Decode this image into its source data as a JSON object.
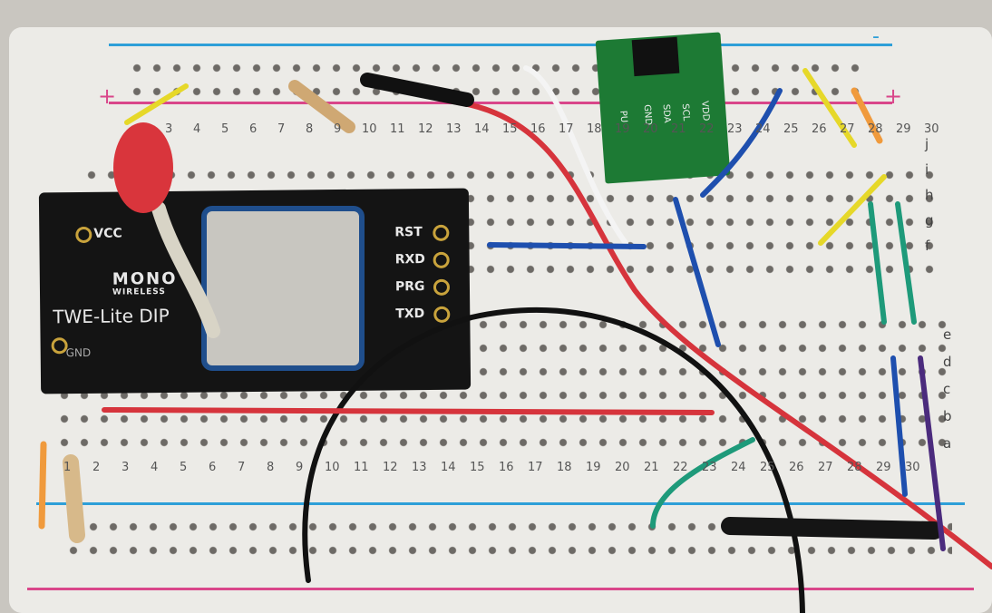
{
  "module": {
    "brand_top": "MONO",
    "brand_bottom": "WIRELESS",
    "name": "TWE-Lite DIP",
    "vcc_label": "VCC",
    "gnd_label": "GND",
    "pins_right": [
      "RST",
      "RXD",
      "PRG",
      "TXD"
    ]
  },
  "sensor": {
    "pins": [
      "PU",
      "GND",
      "SDA",
      "SCL",
      "VDD"
    ]
  },
  "breadboard": {
    "column_numbers": [
      "1",
      "2",
      "3",
      "4",
      "5",
      "6",
      "7",
      "8",
      "9",
      "10",
      "11",
      "12",
      "13",
      "14",
      "15",
      "16",
      "17",
      "18",
      "19",
      "20",
      "21",
      "22",
      "23",
      "24",
      "25",
      "26",
      "27",
      "28",
      "29",
      "30"
    ],
    "row_letters_top": [
      "j",
      "i",
      "h",
      "g",
      "f"
    ],
    "row_letters_bottom": [
      "e",
      "d",
      "c",
      "b",
      "a"
    ],
    "rail_plus": "+",
    "rail_minus": "-"
  },
  "colors": {
    "rail_blue": "#2e9fd8",
    "rail_red": "#d9468a",
    "pcb": "#141414",
    "sensor_pcb": "#1d7a34"
  }
}
